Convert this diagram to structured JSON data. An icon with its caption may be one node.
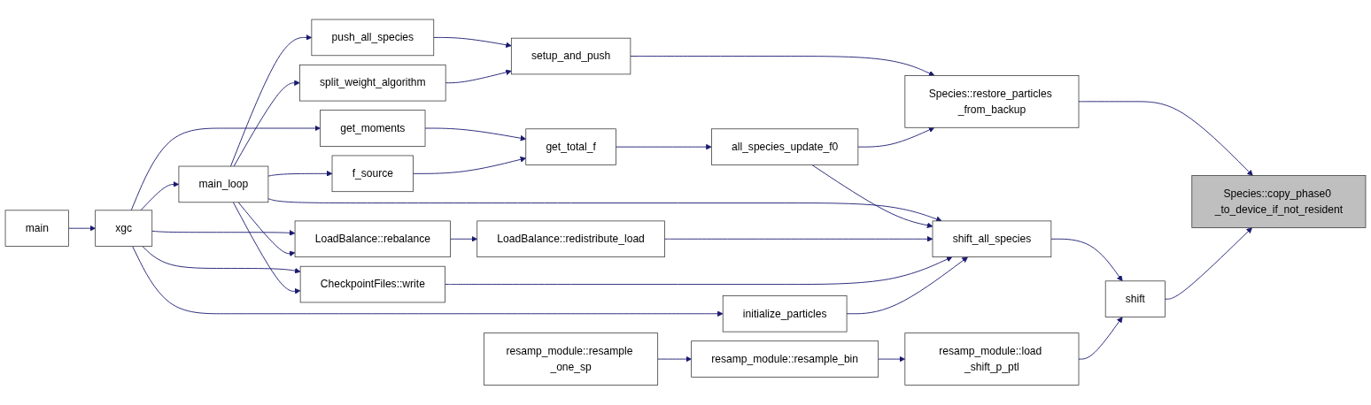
{
  "diagram": {
    "nodes": [
      {
        "text": [
          "main"
        ]
      },
      {
        "text": [
          "xgc"
        ]
      },
      {
        "text": [
          "main_loop"
        ]
      },
      {
        "text": [
          "get_moments"
        ]
      },
      {
        "text": [
          "LoadBalance::rebalance"
        ]
      },
      {
        "text": [
          "CheckpointFiles::write"
        ]
      },
      {
        "text": [
          "initialize_particles"
        ]
      },
      {
        "text": [
          "push_all_species"
        ]
      },
      {
        "text": [
          "split_weight_algorithm"
        ]
      },
      {
        "text": [
          "f_source"
        ]
      },
      {
        "text": [
          "get_total_f"
        ]
      },
      {
        "text": [
          "setup_and_push"
        ]
      },
      {
        "text": [
          "all_species_update_f0"
        ]
      },
      {
        "text": [
          "LoadBalance::redistribute_load"
        ]
      },
      {
        "text": [
          "resamp_module::resample _one_sp"
        ]
      },
      {
        "text": [
          "resamp_module::resample_bin"
        ]
      },
      {
        "text": [
          "Species::restore_particles _from_backup"
        ]
      },
      {
        "text": [
          "shift_all_species"
        ]
      },
      {
        "text": [
          "resamp_module::load _shift_p_ptl"
        ]
      },
      {
        "text": [
          "shift"
        ]
      },
      {
        "text": [
          "Species::copy_phase0 _to_device_if_not_resident"
        ]
      }
    ],
    "edges": [
      {
        "from": 0,
        "to": 1,
        "arrow": "to"
      },
      {
        "from": 1,
        "to": 2,
        "arrow": "to"
      },
      {
        "from": 1,
        "to": 3,
        "arrow": "to"
      },
      {
        "from": 1,
        "to": 4,
        "arrow": "to"
      },
      {
        "from": 1,
        "to": 5,
        "arrow": "to"
      },
      {
        "from": 1,
        "to": 6,
        "arrow": "to"
      },
      {
        "from": 2,
        "to": 7,
        "arrow": "to"
      },
      {
        "from": 2,
        "to": 8,
        "arrow": "to"
      },
      {
        "from": 2,
        "to": 9,
        "arrow": "to"
      },
      {
        "from": 2,
        "to": 4,
        "arrow": "to"
      },
      {
        "from": 2,
        "to": 5,
        "arrow": "to"
      },
      {
        "from": 2,
        "to": 17,
        "arrow": "to"
      },
      {
        "from": 3,
        "to": 10,
        "arrow": "to"
      },
      {
        "from": 9,
        "to": 10,
        "arrow": "to"
      },
      {
        "from": 4,
        "to": 13,
        "arrow": "to"
      },
      {
        "from": 7,
        "to": 11,
        "arrow": "to"
      },
      {
        "from": 8,
        "to": 11,
        "arrow": "to"
      },
      {
        "from": 10,
        "to": 12,
        "arrow": "to"
      },
      {
        "from": 11,
        "to": 16,
        "arrow": "to"
      },
      {
        "from": 12,
        "to": 16,
        "arrow": "to"
      },
      {
        "from": 12,
        "to": 17,
        "arrow": "to"
      },
      {
        "from": 13,
        "to": 17,
        "arrow": "to"
      },
      {
        "from": 5,
        "to": 17,
        "arrow": "to"
      },
      {
        "from": 6,
        "to": 17,
        "arrow": "to"
      },
      {
        "from": 14,
        "to": 15,
        "arrow": "to"
      },
      {
        "from": 15,
        "to": 18,
        "arrow": "to"
      },
      {
        "from": 16,
        "to": 20,
        "arrow": "to"
      },
      {
        "from": 17,
        "to": 19,
        "arrow": "to"
      },
      {
        "from": 18,
        "to": 19,
        "arrow": "to"
      },
      {
        "from": 19,
        "to": 20,
        "arrow": "to"
      }
    ]
  }
}
